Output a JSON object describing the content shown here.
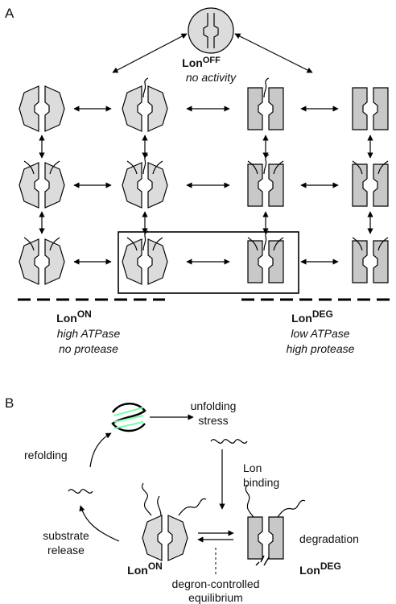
{
  "panels": {
    "a": "A",
    "b": "B"
  },
  "panel_a": {
    "lon_off": {
      "name": "Lon",
      "sup": "OFF",
      "desc": "no activity"
    },
    "lon_on": {
      "name": "Lon",
      "sup": "ON",
      "line1": "high ATPase",
      "line2": "no protease"
    },
    "lon_deg": {
      "name": "Lon",
      "sup": "DEG",
      "line1": "low ATPase",
      "line2": "high protease"
    }
  },
  "panel_b": {
    "unfolding_stress": [
      "unfolding",
      "stress"
    ],
    "refolding": "refolding",
    "lon_binding": [
      "Lon",
      "binding"
    ],
    "substrate_release": [
      "substrate",
      "release"
    ],
    "degradation": "degradation",
    "degron_equilibrium": [
      "degron-controlled",
      "equilibrium"
    ],
    "lon_on": {
      "name": "Lon",
      "sup": "ON"
    },
    "lon_deg": {
      "name": "Lon",
      "sup": "DEG"
    }
  },
  "colors": {
    "body_fill": "#dcdcdc",
    "line": "#000000"
  }
}
